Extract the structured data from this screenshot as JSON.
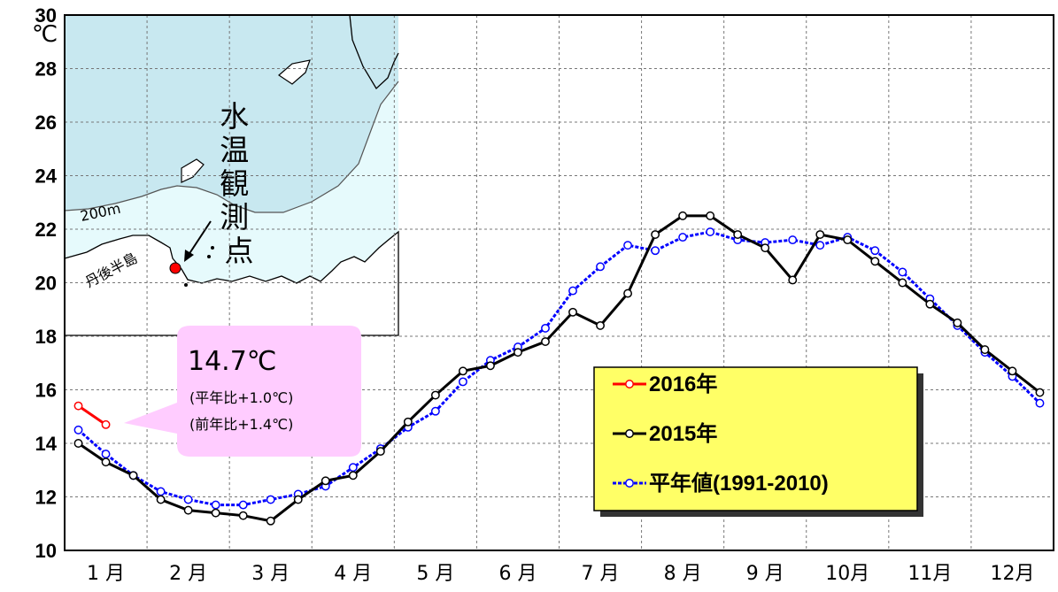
{
  "chart_data": {
    "type": "line",
    "unit": "℃",
    "ylim": [
      10,
      30
    ],
    "yticks": [
      "10",
      "12",
      "14",
      "16",
      "18",
      "20",
      "22",
      "24",
      "26",
      "28",
      "30"
    ],
    "categories": [
      "1 月",
      "2 月",
      "3 月",
      "4 月",
      "5 月",
      "6 月",
      "7 月",
      "8 月",
      "9 月",
      "10月",
      "11月",
      "12月"
    ],
    "legend": [
      "2016年",
      "2015年",
      "平年値(1991-2010)"
    ],
    "series": [
      {
        "name": "2016年",
        "color": "#ff0000",
        "values": [
          15.4,
          14.7
        ]
      },
      {
        "name": "2015年",
        "color": "#000000",
        "values": [
          14.0,
          13.3,
          12.8,
          11.9,
          11.5,
          11.4,
          11.3,
          11.1,
          11.9,
          12.6,
          12.8,
          13.7,
          14.8,
          15.8,
          16.7,
          16.9,
          17.4,
          17.8,
          18.9,
          18.4,
          19.6,
          21.8,
          22.5,
          22.5,
          21.8,
          21.3,
          20.1,
          21.8,
          21.6,
          20.8,
          20.0,
          19.2,
          18.5,
          17.5,
          16.7,
          15.9
        ]
      },
      {
        "name": "平年値(1991-2010)",
        "color": "#0000ff",
        "values": [
          14.5,
          13.6,
          12.8,
          12.2,
          11.9,
          11.7,
          11.7,
          11.9,
          12.1,
          12.4,
          13.1,
          13.8,
          14.6,
          15.2,
          16.3,
          17.1,
          17.6,
          18.3,
          19.7,
          20.6,
          21.4,
          21.2,
          21.7,
          21.9,
          21.6,
          21.5,
          21.6,
          21.4,
          21.7,
          21.2,
          20.4,
          19.4,
          18.4,
          17.4,
          16.5,
          15.5
        ]
      }
    ]
  },
  "callout": {
    "value": "14.7℃",
    "line1": "(平年比+1.0℃)",
    "line2": "(前年比+1.4℃)"
  },
  "map": {
    "station_label": "水温観測点",
    "peninsula_label": "丹後半島",
    "depth_label": "200m"
  },
  "colors": {
    "sea_deep": "#c8e8f0",
    "sea_shallow": "#e6fafc",
    "legend_bg": "#ffff66",
    "callout_bg": "#ffccff"
  }
}
